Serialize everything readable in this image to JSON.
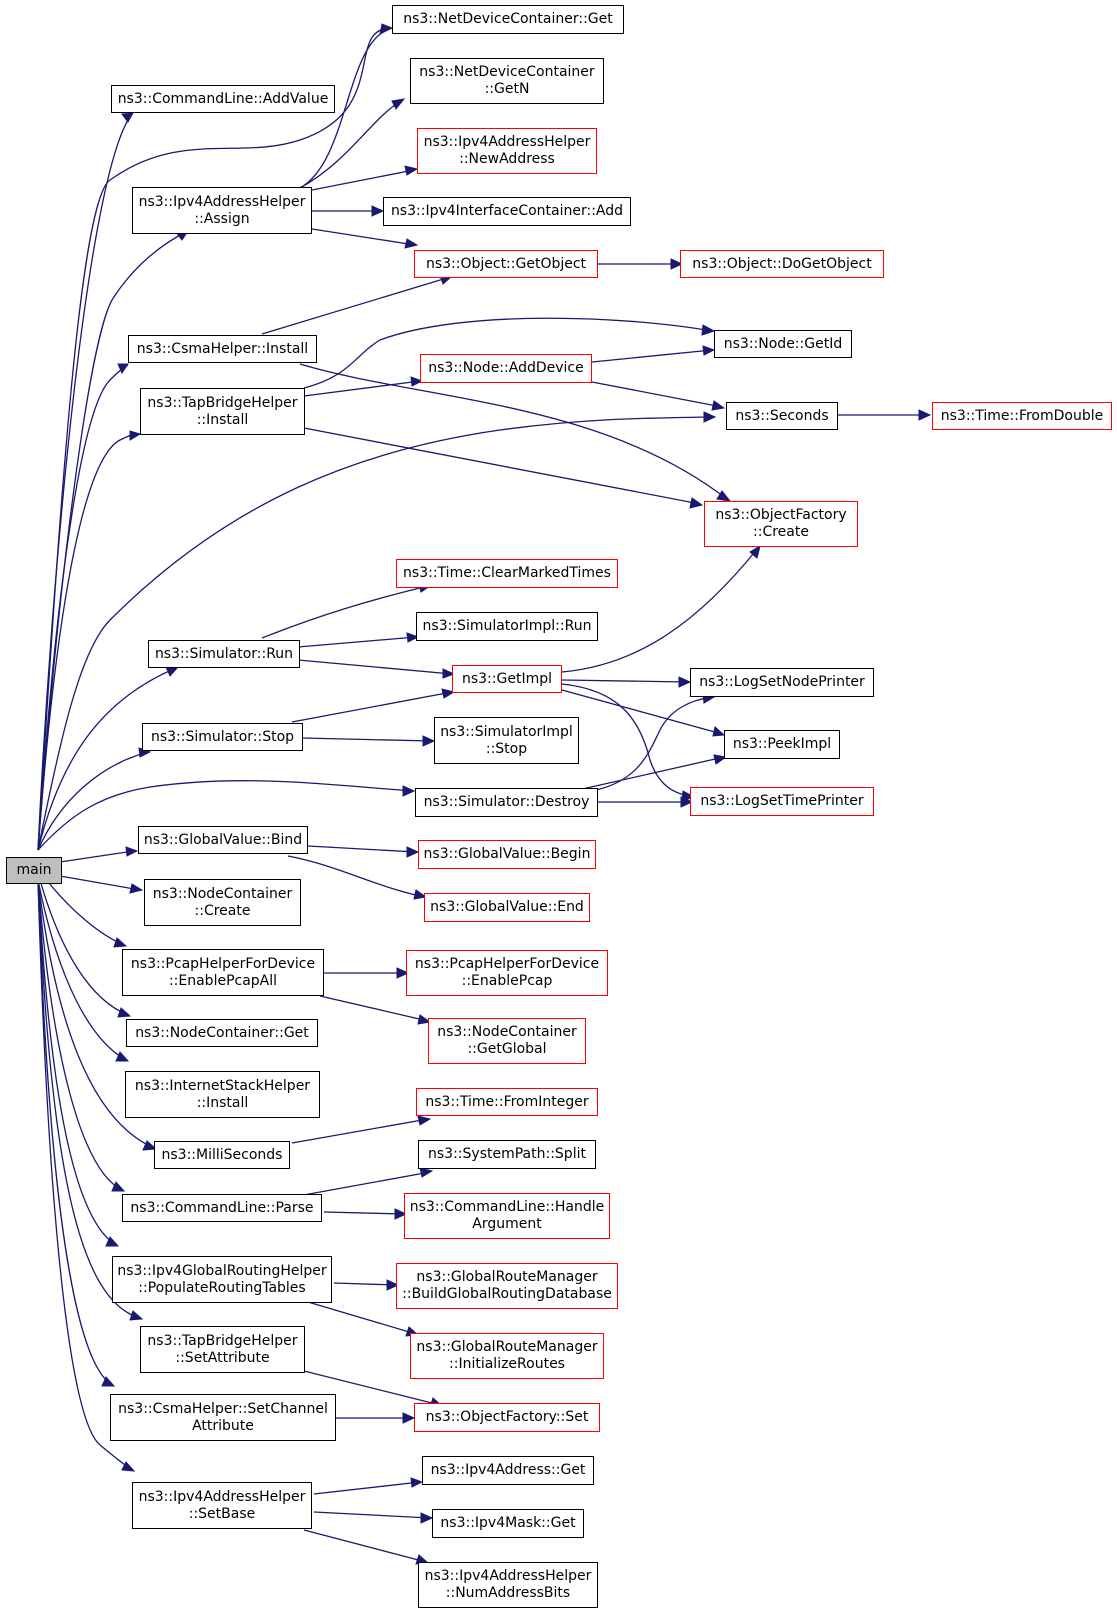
{
  "colors": {
    "edge": "#191970",
    "node_border": "#000000",
    "external_border": "#ff0000",
    "root_fill": "#bfbfbf"
  },
  "nodes": {
    "main": {
      "lines": [
        "main"
      ]
    },
    "cl_addvalue": {
      "lines": [
        "ns3::CommandLine::AddValue"
      ]
    },
    "ipv4_assign": {
      "lines": [
        "ns3::Ipv4AddressHelper",
        "::Assign"
      ]
    },
    "csma_install": {
      "lines": [
        "ns3::CsmaHelper::Install"
      ]
    },
    "tap_install": {
      "lines": [
        "ns3::TapBridgeHelper",
        "::Install"
      ]
    },
    "sim_run": {
      "lines": [
        "ns3::Simulator::Run"
      ]
    },
    "sim_stop": {
      "lines": [
        "ns3::Simulator::Stop"
      ]
    },
    "sim_destroy": {
      "lines": [
        "ns3::Simulator::Destroy"
      ]
    },
    "gv_bind": {
      "lines": [
        "ns3::GlobalValue::Bind"
      ]
    },
    "nc_create": {
      "lines": [
        "ns3::NodeContainer",
        "::Create"
      ]
    },
    "pcap_all": {
      "lines": [
        "ns3::PcapHelperForDevice",
        "::EnablePcapAll"
      ]
    },
    "nc_get": {
      "lines": [
        "ns3::NodeContainer::Get"
      ]
    },
    "ish_install": {
      "lines": [
        "ns3::InternetStackHelper",
        "::Install"
      ]
    },
    "millis": {
      "lines": [
        "ns3::MilliSeconds"
      ]
    },
    "cl_parse": {
      "lines": [
        "ns3::CommandLine::Parse"
      ]
    },
    "populate": {
      "lines": [
        "ns3::Ipv4GlobalRoutingHelper",
        "::PopulateRoutingTables"
      ]
    },
    "tap_setattr": {
      "lines": [
        "ns3::TapBridgeHelper",
        "::SetAttribute"
      ]
    },
    "csma_setchan": {
      "lines": [
        "ns3::CsmaHelper::SetChannel",
        "Attribute"
      ]
    },
    "ipv4_setbase": {
      "lines": [
        "ns3::Ipv4AddressHelper",
        "::SetBase"
      ]
    },
    "ndc_get": {
      "lines": [
        "ns3::NetDeviceContainer::Get"
      ]
    },
    "ndc_getn": {
      "lines": [
        "ns3::NetDeviceContainer",
        "::GetN"
      ]
    },
    "newaddr": {
      "lines": [
        "ns3::Ipv4AddressHelper",
        "::NewAddress"
      ]
    },
    "iic_add": {
      "lines": [
        "ns3::Ipv4InterfaceContainer::Add"
      ]
    },
    "getobject": {
      "lines": [
        "ns3::Object::GetObject"
      ]
    },
    "node_adddev": {
      "lines": [
        "ns3::Node::AddDevice"
      ]
    },
    "clear_marked": {
      "lines": [
        "ns3::Time::ClearMarkedTimes"
      ]
    },
    "simimpl_run": {
      "lines": [
        "ns3::SimulatorImpl::Run"
      ]
    },
    "getimpl": {
      "lines": [
        "ns3::GetImpl"
      ]
    },
    "simimpl_stop": {
      "lines": [
        "ns3::SimulatorImpl",
        "::Stop"
      ]
    },
    "gv_begin": {
      "lines": [
        "ns3::GlobalValue::Begin"
      ]
    },
    "gv_end": {
      "lines": [
        "ns3::GlobalValue::End"
      ]
    },
    "pcap": {
      "lines": [
        "ns3::PcapHelperForDevice",
        "::EnablePcap"
      ]
    },
    "nc_getglobal": {
      "lines": [
        "ns3::NodeContainer",
        "::GetGlobal"
      ]
    },
    "time_fromint": {
      "lines": [
        "ns3::Time::FromInteger"
      ]
    },
    "sp_split": {
      "lines": [
        "ns3::SystemPath::Split"
      ]
    },
    "cl_handle": {
      "lines": [
        "ns3::CommandLine::Handle",
        "Argument"
      ]
    },
    "grm_build": {
      "lines": [
        "ns3::GlobalRouteManager",
        "::BuildGlobalRoutingDatabase"
      ]
    },
    "grm_init": {
      "lines": [
        "ns3::GlobalRouteManager",
        "::InitializeRoutes"
      ]
    },
    "of_set": {
      "lines": [
        "ns3::ObjectFactory::Set"
      ]
    },
    "ipv4addr_get": {
      "lines": [
        "ns3::Ipv4Address::Get"
      ]
    },
    "ipv4mask_get": {
      "lines": [
        "ns3::Ipv4Mask::Get"
      ]
    },
    "numaddrbits": {
      "lines": [
        "ns3::Ipv4AddressHelper",
        "::NumAddressBits"
      ]
    },
    "doget": {
      "lines": [
        "ns3::Object::DoGetObject"
      ]
    },
    "node_getid": {
      "lines": [
        "ns3::Node::GetId"
      ]
    },
    "seconds": {
      "lines": [
        "ns3::Seconds"
      ]
    },
    "of_create": {
      "lines": [
        "ns3::ObjectFactory",
        "::Create"
      ]
    },
    "log_nodeprinter": {
      "lines": [
        "ns3::LogSetNodePrinter"
      ]
    },
    "peekimpl": {
      "lines": [
        "ns3::PeekImpl"
      ]
    },
    "log_timeprinter": {
      "lines": [
        "ns3::LogSetTimePrinter"
      ]
    },
    "time_fromdouble": {
      "lines": [
        "ns3::Time::FromDouble"
      ]
    }
  }
}
